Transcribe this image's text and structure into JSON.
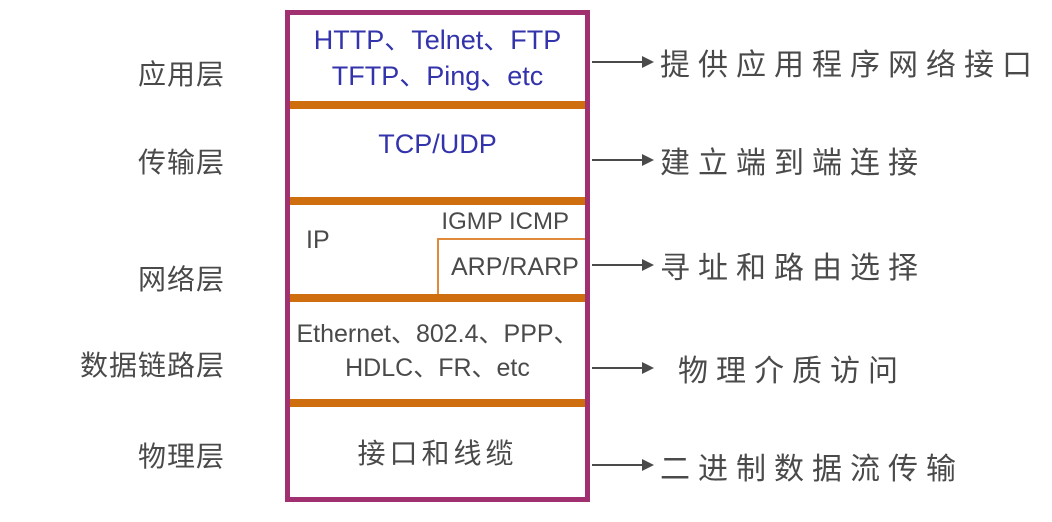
{
  "diagram": {
    "type": "tcp-ip-protocol-stack",
    "colors": {
      "box_border_magenta": "#A03070",
      "layer_divider_orange": "#CE6E0F",
      "subbox_border_orange": "#E0893B",
      "protocol_text_blue": "#3333AB",
      "text_gray": "#4A4A4A",
      "arrow_gray": "#4A4A4A",
      "background": "#FFFFFF"
    }
  },
  "layers": [
    {
      "label": "应用层",
      "content": {
        "line1": "HTTP、Telnet、FTP",
        "line2": "TFTP、Ping、etc"
      },
      "description": "提供应用程序网络接口"
    },
    {
      "label": "传输层",
      "content": {
        "line1": "TCP/UDP"
      },
      "description": "建立端到端连接"
    },
    {
      "label": "网络层",
      "content": {
        "ip": "IP",
        "igmp_icmp": "IGMP ICMP",
        "arp_rarp": "ARP/RARP"
      },
      "description": "寻址和路由选择"
    },
    {
      "label": "数据链路层",
      "content": {
        "line1": "Ethernet、802.4、PPP、",
        "line2": "HDLC、FR、etc"
      },
      "description": "物理介质访问"
    },
    {
      "label": "物理层",
      "content": {
        "line1": "接口和线缆"
      },
      "description": "二进制数据流传输"
    }
  ]
}
